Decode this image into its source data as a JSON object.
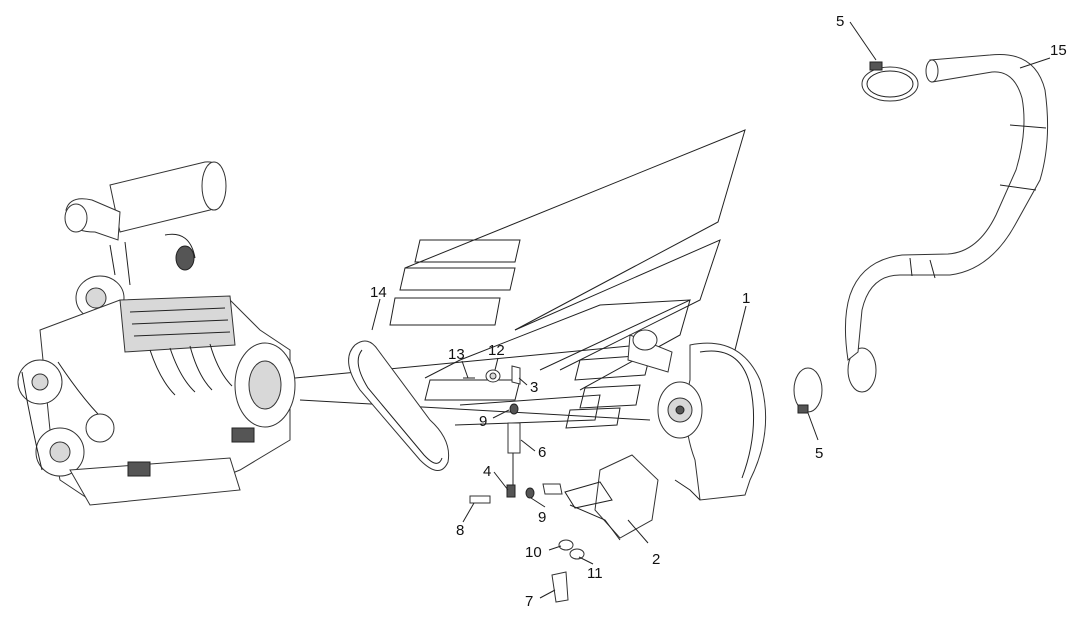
{
  "diagram": {
    "callouts": [
      "1",
      "2",
      "3",
      "4",
      "5",
      "5",
      "6",
      "7",
      "8",
      "9",
      "9",
      "10",
      "11",
      "12",
      "13",
      "14",
      "15"
    ],
    "colors": {
      "line": "#222222",
      "fill": "#ffffff",
      "shade": "#d8d8d8",
      "dark": "#555555"
    }
  }
}
